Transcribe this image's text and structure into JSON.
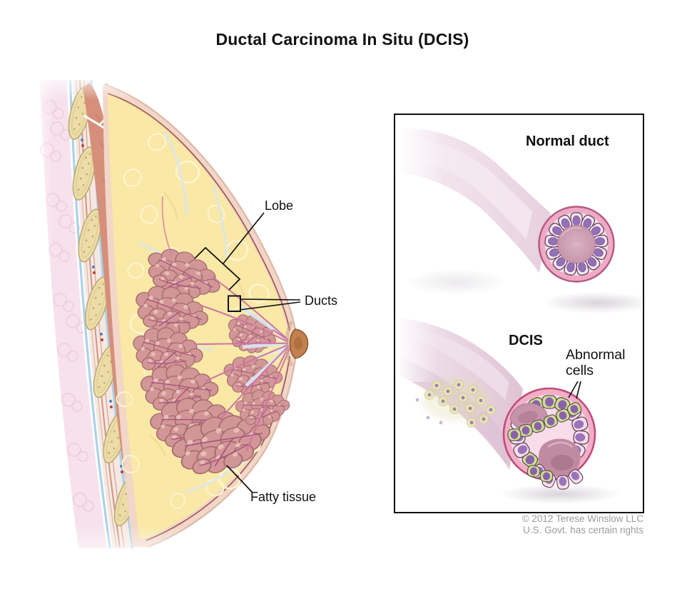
{
  "title": "Ductal Carcinoma In Situ (DCIS)",
  "anatomy_labels": {
    "lobe": "Lobe",
    "ducts": "Ducts",
    "fatty_tissue": "Fatty tissue"
  },
  "inset": {
    "normal_duct": "Normal duct",
    "dcis": "DCIS",
    "abnormal_cells": "Abnormal cells"
  },
  "credit": {
    "line1": "© 2012 Terese Winslow LLC",
    "line2": "U.S. Govt. has certain rights"
  },
  "colors": {
    "fatty_tissue_yellow": "#f9e8a6",
    "lobe_pink": "#d39697",
    "duct_line_pink": "#cf74a4",
    "skin_pink": "#f2d6c8",
    "muscle_salmon": "#d58f7a",
    "rib_tan": "#ecdca6",
    "fascia_blue": "#abd2ea",
    "normal_cell_pink": "#fbe7f2",
    "abnormal_cell_green": "#cfdf92",
    "nucleus_purple": "#9470b6",
    "duct_ring_pink": "#eeaac6",
    "label_black": "#111111",
    "credit_gray": "#9b9b9b"
  }
}
